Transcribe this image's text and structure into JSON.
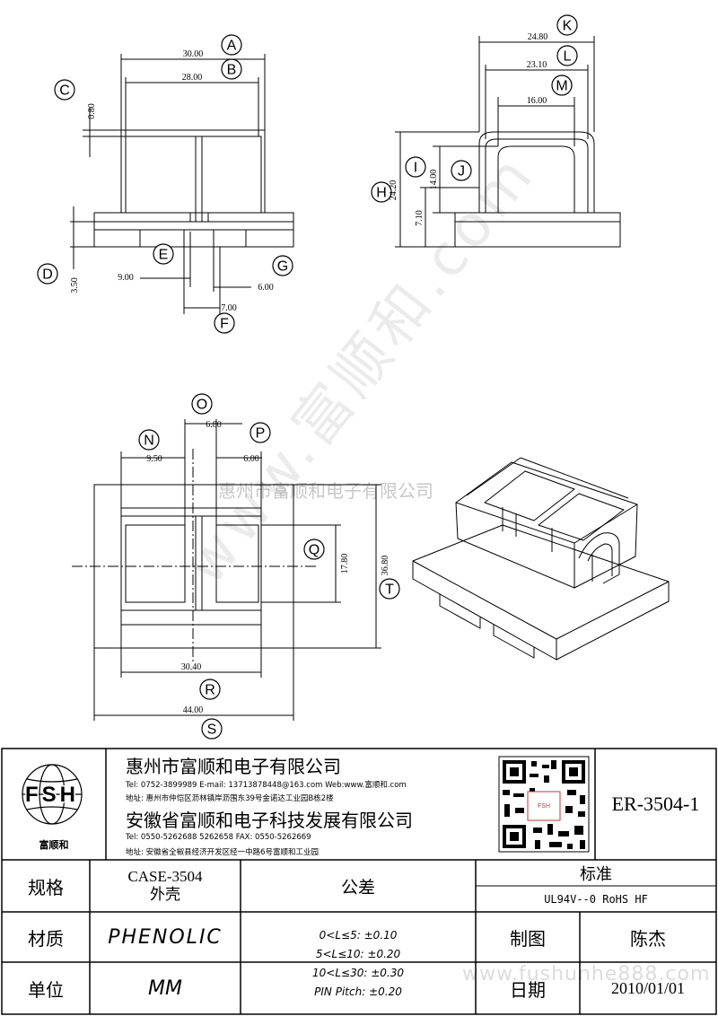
{
  "watermark": {
    "diagonal": "www.富顺和.com",
    "line": "惠州市富顺和电子有限公司",
    "bottom": "www.fushunhe888.com"
  },
  "labels": {
    "A": "A",
    "B": "B",
    "C": "C",
    "D": "D",
    "E": "E",
    "F": "F",
    "G": "G",
    "H": "H",
    "I": "I",
    "J": "J",
    "K": "K",
    "L": "L",
    "M": "M",
    "N": "N",
    "O": "O",
    "P": "P",
    "Q": "Q",
    "R": "R",
    "S": "S",
    "T": "T"
  },
  "dims": {
    "A": "30.00",
    "B": "28.00",
    "C": "0.80",
    "D": "3.50",
    "E": "9.00",
    "F": "7.00",
    "G": "6.00",
    "H": "24.20",
    "I": "7.10",
    "J": "14.00",
    "K": "24.80",
    "L": "23.10",
    "M": "16.00",
    "N": "9.50",
    "O": "6.80",
    "P": "6.00",
    "Q": "17.80",
    "R": "30.40",
    "S": "44.00",
    "T": "36.80"
  },
  "titleblock": {
    "logo_letters": "FSH",
    "logo_name": "富顺和",
    "company1": "惠州市富顺和电子有限公司",
    "tel1": "Tel:   0752-3899989   E-mail: 13713878448@163.com   Web:www.富顺和.com",
    "addr1": "地址: 惠州市仲恺区沥林镇岸沥围东39号金诺达工业园B栋2楼",
    "company2": "安徽省富顺和电子科技发展有限公司",
    "tel2": "Tel:   0550-5262688   5262658        FAX:  0550-5262669",
    "addr2": "地址: 安徽省全椒县经济开发区经一中路6号富顺和工业园",
    "part_no": "ER-3504-1",
    "spec_label": "规格",
    "spec_value1": "CASE-3504",
    "spec_value2": "外壳",
    "tolerance_label": "公差",
    "standard_label": "标准",
    "standard_value": "UL94V--0  RoHS HF",
    "material_label": "材质",
    "material_value": "PHENOLIC",
    "tol1": "0<L≤5: ±0.10",
    "tol2": "5<L≤10: ±0.20",
    "tol3": "10<L≤30: ±0.30",
    "tol4": "PIN Pitch: ±0.20",
    "drawn_label": "制图",
    "drawn_value": "陈杰",
    "unit_label": "单位",
    "unit_value": "MM",
    "date_label": "日期",
    "date_value": "2010/01/01"
  }
}
